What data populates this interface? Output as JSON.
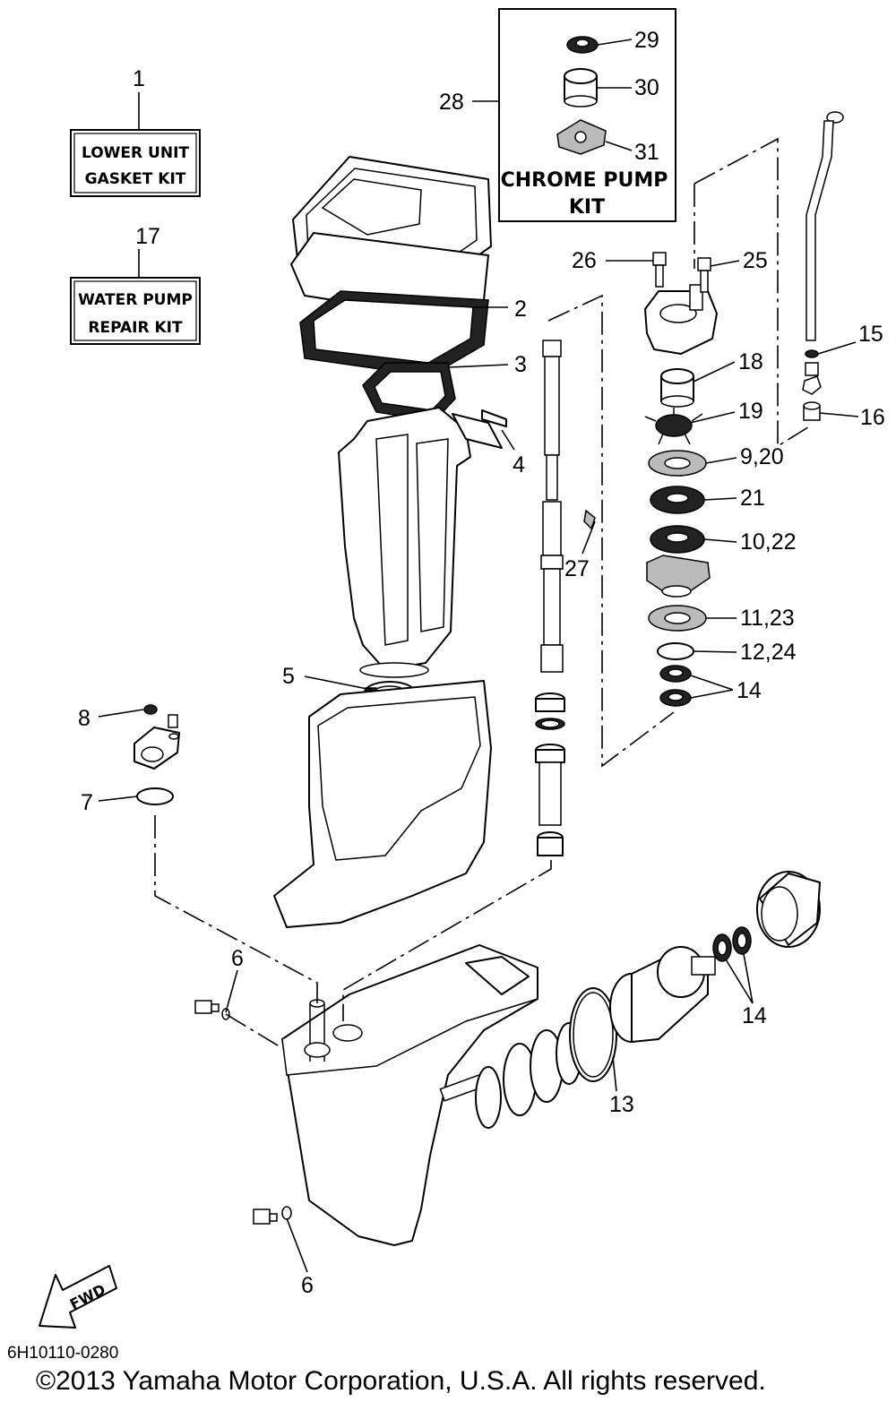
{
  "callouts": {
    "c1": "1",
    "c2": "2",
    "c3": "3",
    "c4": "4",
    "c5": "5",
    "c6a": "6",
    "c6b": "6",
    "c7": "7",
    "c8": "8",
    "c9_20": "9,20",
    "c10_22": "10,22",
    "c11_23": "11,23",
    "c12_24": "12,24",
    "c13": "13",
    "c14a": "14",
    "c14b": "14",
    "c15": "15",
    "c16": "16",
    "c17": "17",
    "c18": "18",
    "c19": "19",
    "c21": "21",
    "c25": "25",
    "c26": "26",
    "c27": "27",
    "c28": "28",
    "c29": "29",
    "c30": "30",
    "c31": "31"
  },
  "kits": {
    "lower_unit_line1": "LOWER UNIT",
    "lower_unit_line2": "GASKET KIT",
    "water_pump_line1": "WATER PUMP",
    "water_pump_line2": "REPAIR KIT",
    "chrome_pump_line1": "CHROME PUMP",
    "chrome_pump_line2": "KIT"
  },
  "fwd_label": "FWD",
  "diagram_code": "6H10110-0280",
  "copyright": "©2013 Yamaha Motor Corporation, U.S.A. All rights reserved."
}
